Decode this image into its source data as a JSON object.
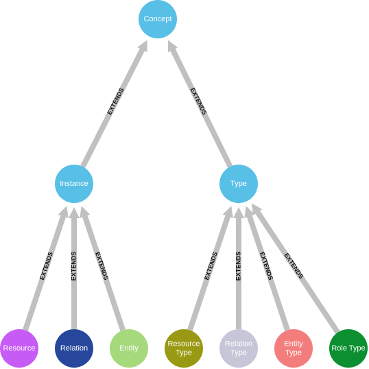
{
  "nodes": {
    "concept": {
      "label_lines": [
        "Concept"
      ],
      "color": "#58bfe6"
    },
    "instance": {
      "label_lines": [
        "Instance"
      ],
      "color": "#58bfe6"
    },
    "type": {
      "label_lines": [
        "Type"
      ],
      "color": "#58bfe6"
    },
    "resource": {
      "label_lines": [
        "Resource"
      ],
      "color": "#c65cf5"
    },
    "relation": {
      "label_lines": [
        "Relation"
      ],
      "color": "#26479b"
    },
    "entity": {
      "label_lines": [
        "Entity"
      ],
      "color": "#a6d97c"
    },
    "resource_type": {
      "label_lines": [
        "Resource",
        "Type"
      ],
      "color": "#999913"
    },
    "relation_type": {
      "label_lines": [
        "Relation",
        "Type"
      ],
      "color": "#c6c6d8"
    },
    "entity_type": {
      "label_lines": [
        "Entity",
        "Type"
      ],
      "color": "#f37d7d"
    },
    "role_type": {
      "label_lines": [
        "Role Type"
      ],
      "color": "#0b8f31"
    }
  },
  "edges": [
    {
      "from": "instance",
      "to": "concept",
      "label": "EXTENDS"
    },
    {
      "from": "type",
      "to": "concept",
      "label": "EXTENDS"
    },
    {
      "from": "resource",
      "to": "instance",
      "label": "EXTENDS"
    },
    {
      "from": "relation",
      "to": "instance",
      "label": "EXTENDS"
    },
    {
      "from": "entity",
      "to": "instance",
      "label": "EXTENDS"
    },
    {
      "from": "resource_type",
      "to": "type",
      "label": "EXTENDS"
    },
    {
      "from": "relation_type",
      "to": "type",
      "label": "EXTENDS"
    },
    {
      "from": "entity_type",
      "to": "type",
      "label": "EXTENDS"
    },
    {
      "from": "role_type",
      "to": "type",
      "label": "EXTENDS"
    }
  ],
  "colors": {
    "edge": "#c0c0c0",
    "background": "#ffffff"
  }
}
